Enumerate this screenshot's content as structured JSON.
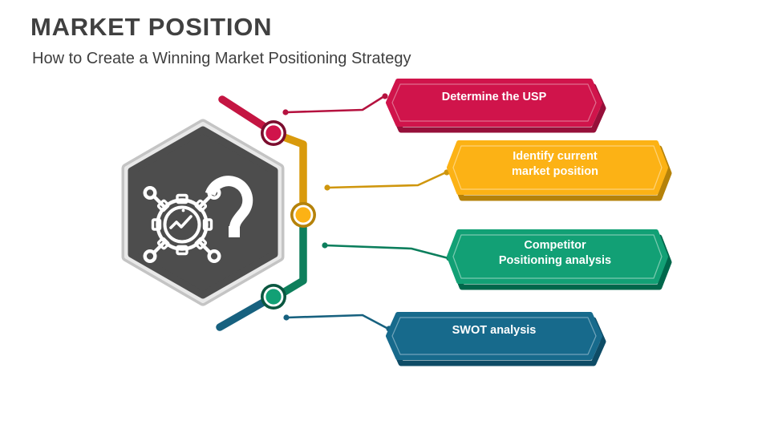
{
  "header": {
    "title": "MARKET POSITION",
    "subtitle": "How to Create a Winning Market Positioning Strategy"
  },
  "center": {
    "icon_name": "gear-analytics-question-icon",
    "hex_fill": "#4D4D4D",
    "hex_border": "#BFBFBF"
  },
  "steps": [
    {
      "id": "usp",
      "label": "Determine the USP",
      "color": "#D0144B",
      "outline": "#96103A",
      "node_color": "#D0144B",
      "node_ring": "#7B0D2E"
    },
    {
      "id": "identify",
      "label": "Identify current\nmarket position",
      "color": "#FCB215",
      "outline": "#B5820A",
      "node_color": "#FCB215",
      "node_ring": "#B5820A"
    },
    {
      "id": "competitor",
      "label": "Competitor\nPositioning analysis",
      "color": "#12A075",
      "outline": "#00674B",
      "node_color": "#12A075",
      "node_ring": "#00674B"
    },
    {
      "id": "swot",
      "label": "SWOT analysis",
      "color": "#176A8C",
      "outline": "#0E4C66",
      "node_color": "#176A8C",
      "node_ring": "#0E4C66"
    }
  ],
  "palette": {
    "background": "#FFFFFF",
    "title_color": "#404040",
    "subtitle_color": "#3F3F3F",
    "label_color": "#FFFFFF"
  }
}
